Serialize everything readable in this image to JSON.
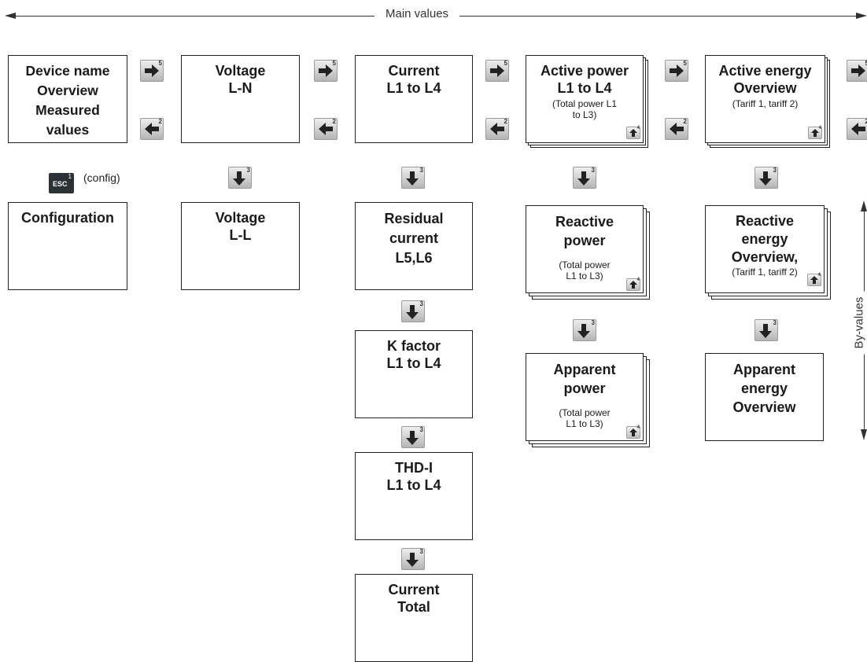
{
  "axes": {
    "main_label": "Main values",
    "by_label": "By-values"
  },
  "boxes": {
    "device": {
      "title": "Device name\nOverview\nMeasured\nvalues"
    },
    "voltage_ln": {
      "title": "Voltage\nL-N"
    },
    "current": {
      "title": "Current\nL1 to L4"
    },
    "active_power": {
      "title": "Active power\nL1 to L4",
      "sub": "(Total power L1\nto L3)"
    },
    "active_energy": {
      "title": "Active energy\nOverview",
      "sub": "(Tariff 1, tariff 2)"
    },
    "configuration": {
      "title": "Configuration"
    },
    "voltage_ll": {
      "title": "Voltage\nL-L"
    },
    "residual": {
      "title": "Residual\ncurrent\nL5,L6"
    },
    "reactive_power": {
      "title": "Reactive\npower",
      "sub": "(Total power\nL1 to L3)"
    },
    "reactive_energy": {
      "title": "Reactive\nenergy\nOverview,",
      "sub": "(Tariff 1, tariff 2)"
    },
    "kfactor": {
      "title": "K factor\nL1 to L4"
    },
    "apparent_power": {
      "title": "Apparent\npower",
      "sub": "(Total power\nL1 to L3)"
    },
    "apparent_energy": {
      "title": "Apparent\nenergy\nOverview"
    },
    "thd": {
      "title": "THD-I\nL1 to L4"
    },
    "current_total": {
      "title": "Current\nTotal"
    }
  },
  "keys": {
    "right_num": "5",
    "left_num": "2",
    "down_num": "3",
    "up_num": "4",
    "esc_num": "1",
    "esc_text": "ESC",
    "esc_label": "(config)"
  },
  "colors": {
    "esc_key": "#2b3236",
    "key_gradient_top": "#eeeeee",
    "key_gradient_bottom": "#b5b5b5"
  },
  "icons": [
    "arrow-right-icon",
    "arrow-left-icon",
    "arrow-down-icon",
    "arrow-up-icon",
    "esc-key-icon"
  ]
}
